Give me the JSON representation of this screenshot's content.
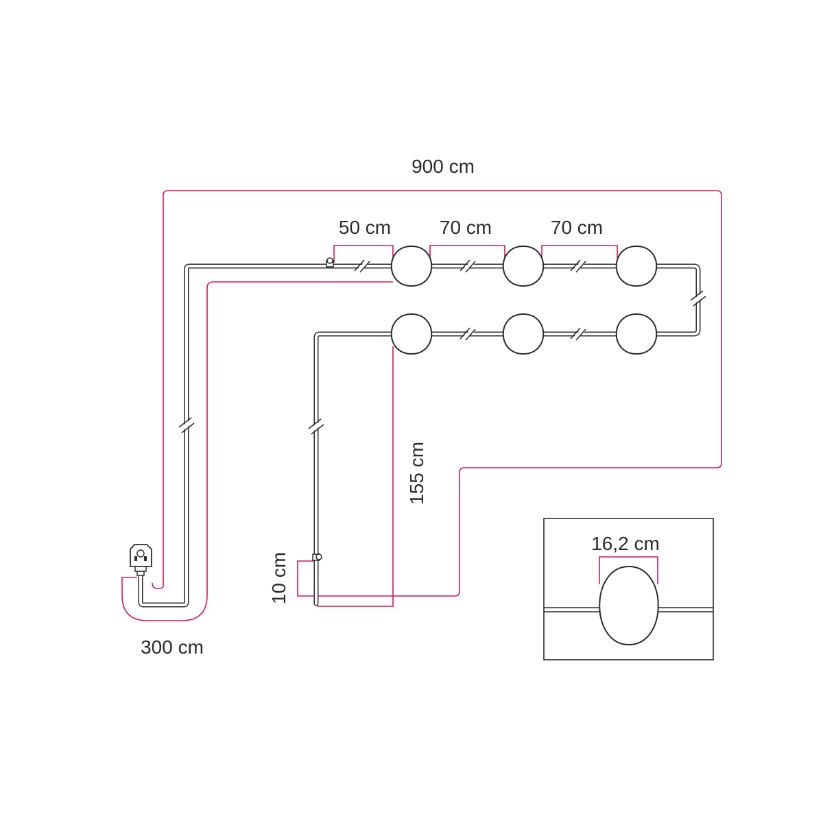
{
  "dimensions": {
    "total_length": "900 cm",
    "lead_to_first_lamp": "50 cm",
    "lamp_spacing_1": "70 cm",
    "lamp_spacing_2": "70 cm",
    "drop_length": "155 cm",
    "end_length": "10 cm",
    "plug_cable": "300 cm",
    "lamp_width": "16,2 cm"
  },
  "colors": {
    "dimension_line": "#d4145a",
    "cable": "#2b2b2b",
    "background": "#ffffff"
  },
  "icons": {
    "plug": "plug-icon",
    "lamp": "bulb-icon",
    "hook": "hook-icon"
  }
}
